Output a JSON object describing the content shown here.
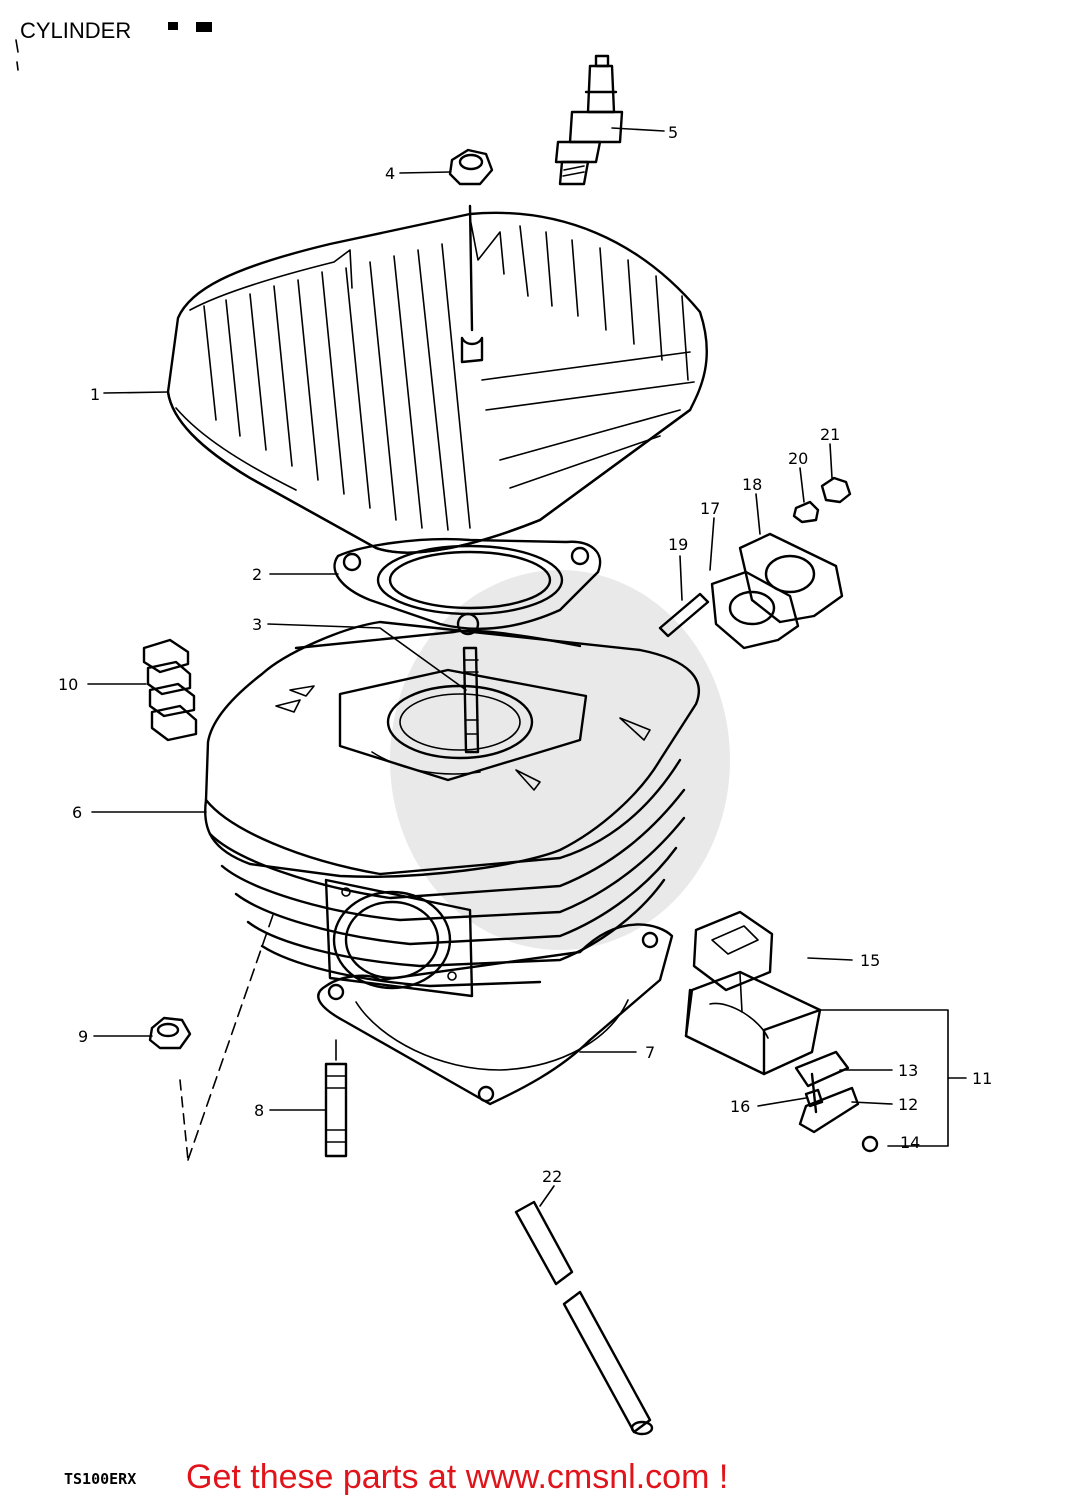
{
  "title": "CYLINDER",
  "model": "TS100ERX",
  "footer": "Get these parts at www.cmsnl.com !",
  "callouts": {
    "c1": "1",
    "c2": "2",
    "c3": "3",
    "c4": "4",
    "c5": "5",
    "c6": "6",
    "c7": "7",
    "c8": "8",
    "c9": "9",
    "c10": "10",
    "c11": "11",
    "c12": "12",
    "c13": "13",
    "c14": "14",
    "c15": "15",
    "c16": "16",
    "c17": "17",
    "c18": "18",
    "c19": "19",
    "c20": "20",
    "c21": "21",
    "c22": "22"
  }
}
